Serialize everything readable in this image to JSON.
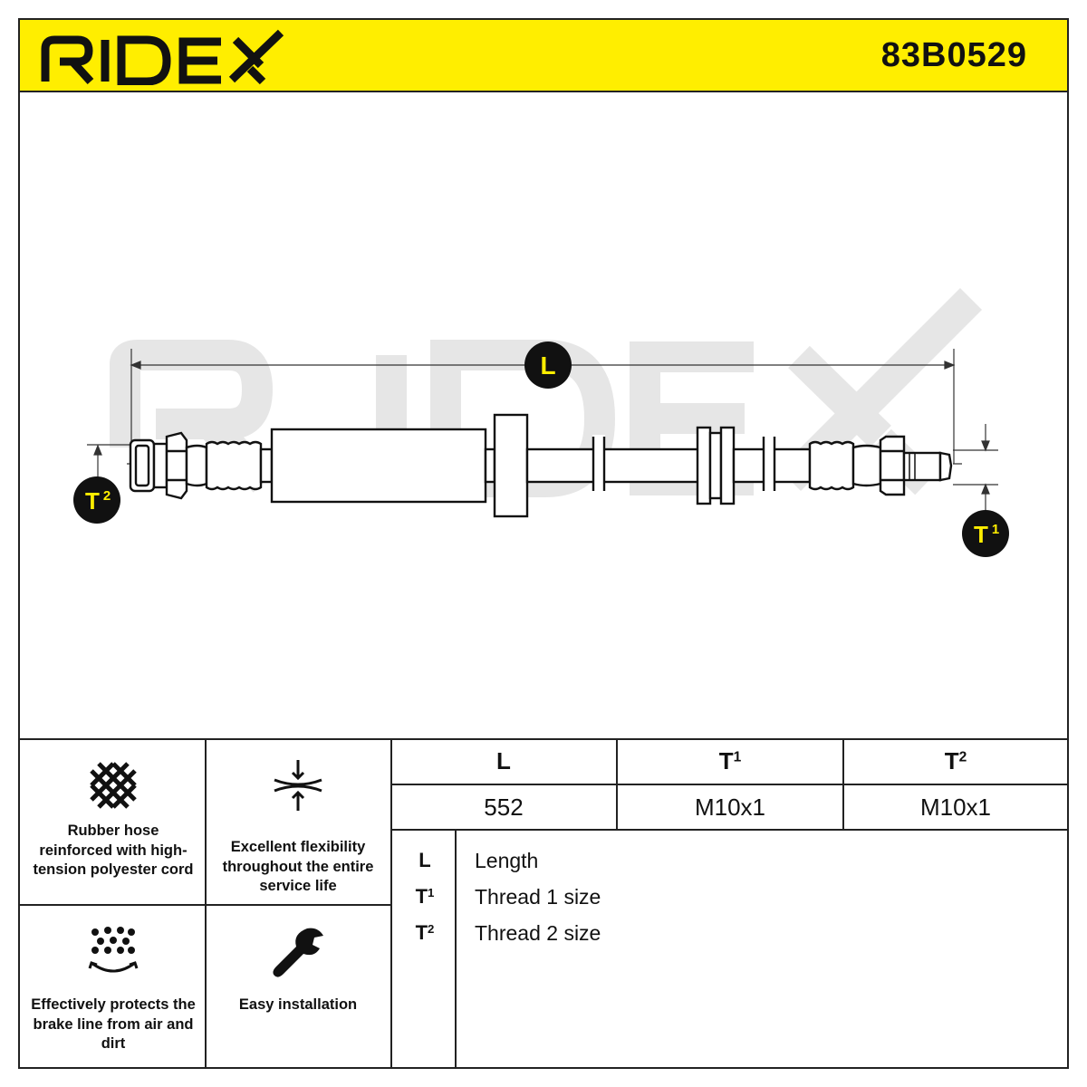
{
  "header": {
    "brand": "RIDEX",
    "part_number": "83B0529",
    "background_color": "#ffee00"
  },
  "drawing": {
    "watermark": "RIDEX",
    "label_l": "L",
    "label_t1_base": "T",
    "label_t1_sup": "1",
    "label_t2_base": "T",
    "label_t2_sup": "2"
  },
  "features": [
    {
      "icon": "crosshatch-mesh-icon",
      "text": "Rubber hose reinforced with high-tension polyester cord"
    },
    {
      "icon": "compression-arrows-icon",
      "text": "Excellent flexibility throughout the entire service life"
    },
    {
      "icon": "particles-shield-icon",
      "text": "Effectively protects the brake line from air and dirt"
    },
    {
      "icon": "wrench-icon",
      "text": "Easy installation"
    }
  ],
  "specs": {
    "headers": [
      {
        "base": "L",
        "sup": ""
      },
      {
        "base": "T",
        "sup": "1"
      },
      {
        "base": "T",
        "sup": "2"
      }
    ],
    "values": [
      "552",
      "M10x1",
      "M10x1"
    ]
  },
  "legend": [
    {
      "key_base": "L",
      "key_sup": "",
      "label": "Length"
    },
    {
      "key_base": "T",
      "key_sup": "1",
      "label": "Thread 1 size"
    },
    {
      "key_base": "T",
      "key_sup": "2",
      "label": "Thread 2 size"
    }
  ]
}
